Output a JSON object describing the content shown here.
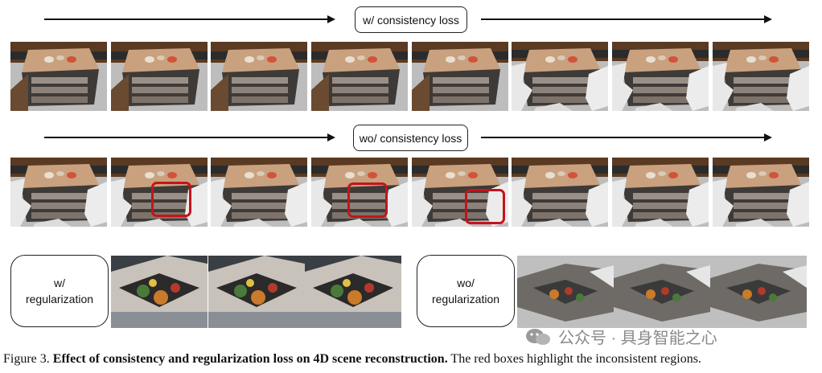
{
  "row1": {
    "label": "w/ consistency loss",
    "frame_count": 8
  },
  "row2": {
    "label": "wo/ consistency loss",
    "frame_count": 8,
    "highlighted_frames": [
      2,
      4,
      5
    ]
  },
  "row3": {
    "left_label_line1": "w/",
    "left_label_line2": "regularization",
    "right_label_line1": "wo/",
    "right_label_line2": "regularization"
  },
  "watermark": {
    "text": "公众号 · 具身智能之心",
    "icon": "wechat-icon"
  },
  "caption": {
    "prefix": "Figure 3.",
    "bold": "Effect of consistency and regularization loss on 4D scene reconstruction.",
    "rest": "The red boxes highlight the inconsistent regions."
  },
  "colors": {
    "highlight": "#c4141b",
    "background_gray": "#b9b9b9"
  }
}
